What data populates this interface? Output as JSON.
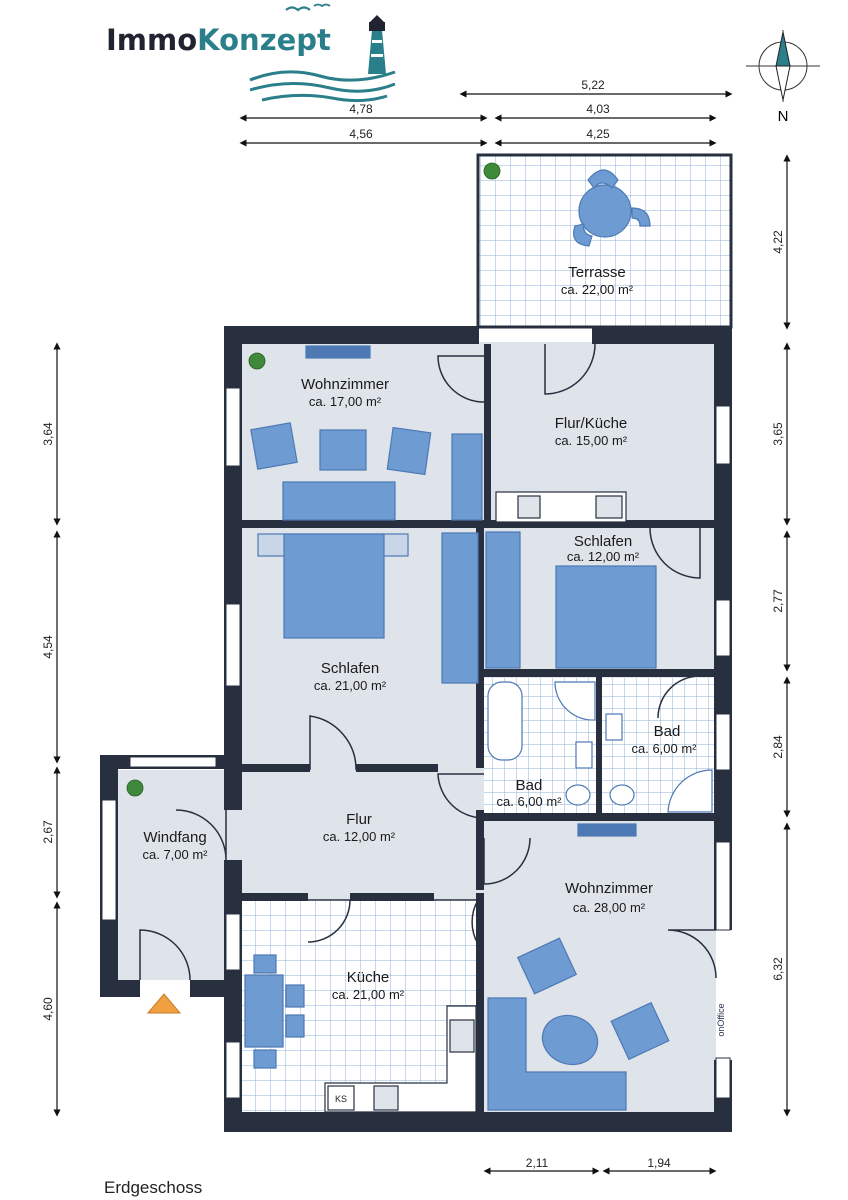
{
  "logo": {
    "part1": "Immo",
    "part2": "Konzept",
    "color_dark": "#1f2430",
    "color_accent": "#2a7f8a"
  },
  "compass": {
    "label": "N"
  },
  "colors": {
    "wall": "#283040",
    "floor": "#dfe3ea",
    "tile_bg": "#ffffff",
    "tile_line": "#8fb2d8",
    "furniture": "#6f9bd3",
    "furniture_dark": "#4d79b5"
  },
  "dimensions": {
    "top_522": "5,22",
    "top_478": "4,78",
    "top_403": "4,03",
    "top_456": "4,56",
    "top_425": "4,25",
    "right_422": "4,22",
    "right_365": "3,65",
    "right_277": "2,77",
    "right_284": "2,84",
    "right_632": "6,32",
    "left_364": "3,64",
    "left_454": "4,54",
    "left_267": "2,67",
    "left_460": "4,60",
    "bottom_211": "2,11",
    "bottom_194": "1,94"
  },
  "rooms": [
    {
      "name": "Terrasse",
      "area": "ca. 22,00 m²"
    },
    {
      "name": "Wohnzimmer",
      "area": "ca. 17,00 m²"
    },
    {
      "name": "Flur/Küche",
      "area": "ca. 15,00 m²"
    },
    {
      "name": "Schlafen",
      "area": "ca. 12,00 m²"
    },
    {
      "name": "Schlafen",
      "area": "ca. 21,00 m²"
    },
    {
      "name": "Bad",
      "area": "ca. 6,00 m²"
    },
    {
      "name": "Bad",
      "area": "ca. 6,00 m²"
    },
    {
      "name": "Windfang",
      "area": "ca. 7,00 m²"
    },
    {
      "name": "Flur",
      "area": "ca. 12,00 m²"
    },
    {
      "name": "Wohnzimmer",
      "area": "ca. 28,00 m²"
    },
    {
      "name": "Küche",
      "area": "ca. 21,00 m²"
    }
  ],
  "appliance_label": "KS",
  "watermark": "onOffice",
  "floor_name": "Erdgeschoss"
}
